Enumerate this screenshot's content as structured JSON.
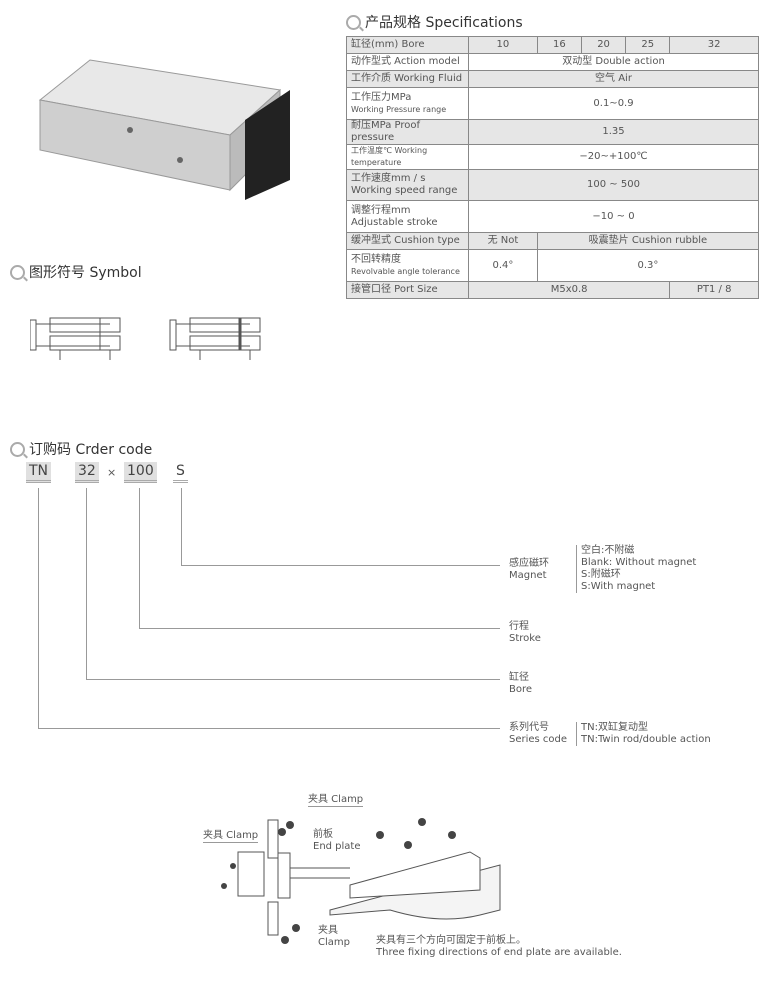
{
  "specs": {
    "title": "产品规格 Specifications",
    "bore_label": "缸径(mm)  Bore",
    "bores": [
      "10",
      "16",
      "20",
      "25",
      "32"
    ],
    "action_label": "动作型式 Action model",
    "action": "双动型 Double action",
    "fluid_label": "工作介质 Working Fluid",
    "fluid": "空气 Air",
    "pressure_label_cn": "工作压力MPa",
    "pressure_label_en": "Working Pressure range",
    "pressure": "0.1~0.9",
    "proof_label": "耐压MPa Proof pressure",
    "proof": "1.35",
    "temp_label": "工作温度℃ Working temperature",
    "temp": "−20~+100℃",
    "speed_label_cn": "工作速度mm / s",
    "speed_label_en": "Working speed range",
    "speed": "100 ~ 500",
    "stroke_label_cn": "调整行程mm",
    "stroke_label_en": "Adjustable stroke",
    "stroke": "−10 ~ 0",
    "cushion_label": "缓冲型式 Cushion type",
    "cushion_small": "无 Not",
    "cushion_other": "吸震垫片 Cushion rubble",
    "angle_label_cn": "不回转精度",
    "angle_label_en": "Revolvable angle tolerance",
    "angle_small": "0.4°",
    "angle_other": "0.3°",
    "port_label": "接管口径 Port Size",
    "port_small": "M5x0.8",
    "port_large": "PT1 / 8"
  },
  "symbol": {
    "title": "图形符号 Symbol"
  },
  "order": {
    "title": "订购码 Crder code",
    "codes": [
      "TN",
      "32",
      "×",
      "100",
      "S"
    ],
    "magnet_cn": "感应磁环",
    "magnet_en": "Magnet",
    "magnet_opts": [
      "空白:不附磁",
      "Blank: Without magnet",
      "S:附磁环",
      "S:With magnet"
    ],
    "stroke_cn": "行程",
    "stroke_en": "Stroke",
    "bore_cn": "缸径",
    "bore_en": "Bore",
    "series_cn": "系列代号",
    "series_en": "Series code",
    "series_opts": [
      "TN:双缸复动型",
      "TN:Twin rod/double action"
    ]
  },
  "mounting": {
    "clamp_top": "夹具 Clamp",
    "clamp_left": "夹具 Clamp",
    "end_plate_cn": "前板",
    "end_plate_en": "End plate",
    "clamp_bottom_cn": "夹具",
    "clamp_bottom_en": "Clamp",
    "note_cn": "夹具有三个方向可固定于前板上。",
    "note_en": "Three fixing directions of end plate are available."
  }
}
